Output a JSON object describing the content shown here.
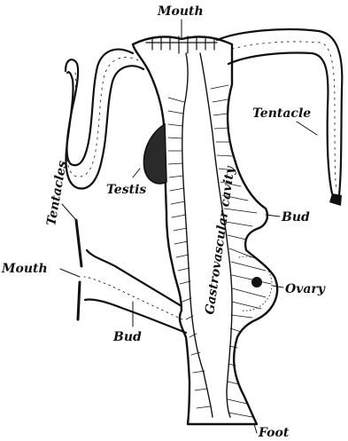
{
  "labels": {
    "mouth_top": "Mouth",
    "tentacle_right": "Tentacle",
    "tentacles_left": "Tentacles",
    "testis": "Testis",
    "gastrovascular_cavity": "Gastrovascular cavity",
    "bud_right": "Bud",
    "mouth_left": "Mouth",
    "ovary": "Ovary",
    "bud_bottom": "Bud",
    "foot": "Foot"
  },
  "colors": {
    "ink": "#111111",
    "background": "#ffffff"
  }
}
